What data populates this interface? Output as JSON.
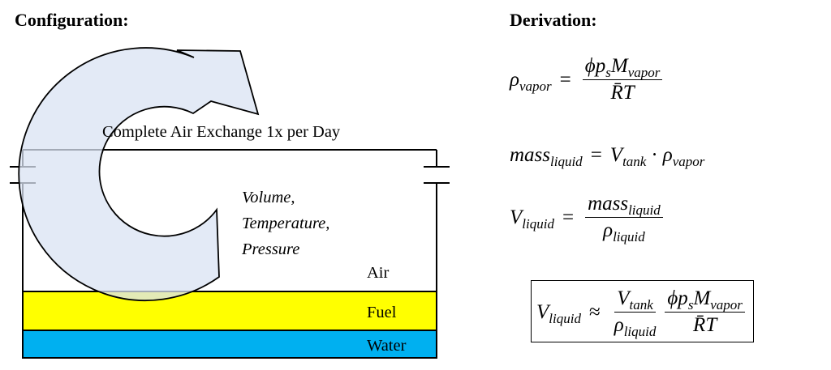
{
  "headings": {
    "configuration": "Configuration:",
    "derivation": "Derivation:"
  },
  "diagram": {
    "exchange_label": "Complete Air Exchange 1x per Day",
    "tank_props": [
      "Volume,",
      "Temperature,",
      "Pressure"
    ],
    "layers": [
      {
        "label": "Air",
        "color": "#ffffff"
      },
      {
        "label": "Fuel",
        "color": "#ffff00"
      },
      {
        "label": "Water",
        "color": "#00b0f0"
      }
    ],
    "arrow_color": "#dae3f3"
  },
  "equations": {
    "eq1": {
      "lhs": "ρ",
      "lhs_sub": "vapor",
      "op": "=",
      "num": "ϕp",
      "num_sub": "s",
      "num2": "M",
      "num2_sub": "vapor",
      "den": "R̄T"
    },
    "eq2": {
      "lhs": "mass",
      "lhs_sub": "liquid",
      "op": "=",
      "r1": "V",
      "r1_sub": "tank",
      "dot": "·",
      "r2": "ρ",
      "r2_sub": "vapor"
    },
    "eq3": {
      "lhs": "V",
      "lhs_sub": "liquid",
      "op": "=",
      "num": "mass",
      "num_sub": "liquid",
      "den": "ρ",
      "den_sub": "liquid"
    },
    "eq4": {
      "lhs": "V",
      "lhs_sub": "liquid",
      "op": "≈",
      "f1_num": "V",
      "f1_num_sub": "tank",
      "f1_den": "ρ",
      "f1_den_sub": "liquid",
      "f2_num": "ϕp",
      "f2_num_sub": "s",
      "f2_num2": "M",
      "f2_num2_sub": "vapor",
      "f2_den": "R̄T"
    }
  }
}
